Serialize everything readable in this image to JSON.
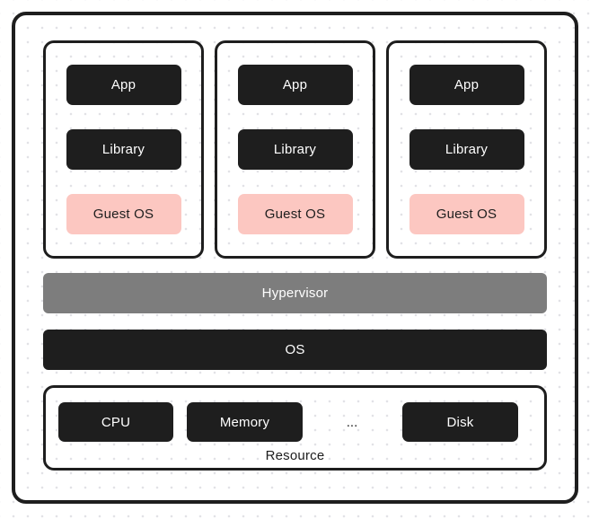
{
  "diagram": {
    "vms": [
      {
        "app": "App",
        "library": "Library",
        "guest_os": "Guest OS"
      },
      {
        "app": "App",
        "library": "Library",
        "guest_os": "Guest OS"
      },
      {
        "app": "App",
        "library": "Library",
        "guest_os": "Guest OS"
      }
    ],
    "hypervisor": "Hypervisor",
    "os": "OS",
    "resource": {
      "cpu": "CPU",
      "memory": "Memory",
      "ellipsis": "...",
      "disk": "Disk",
      "label": "Resource"
    },
    "colors": {
      "dark": "#1e1e1e",
      "gray": "#7d7d7d",
      "pink": "#fcc7c1",
      "dot_grid": "#e2e2e6",
      "text_light": "#ffffff"
    }
  }
}
